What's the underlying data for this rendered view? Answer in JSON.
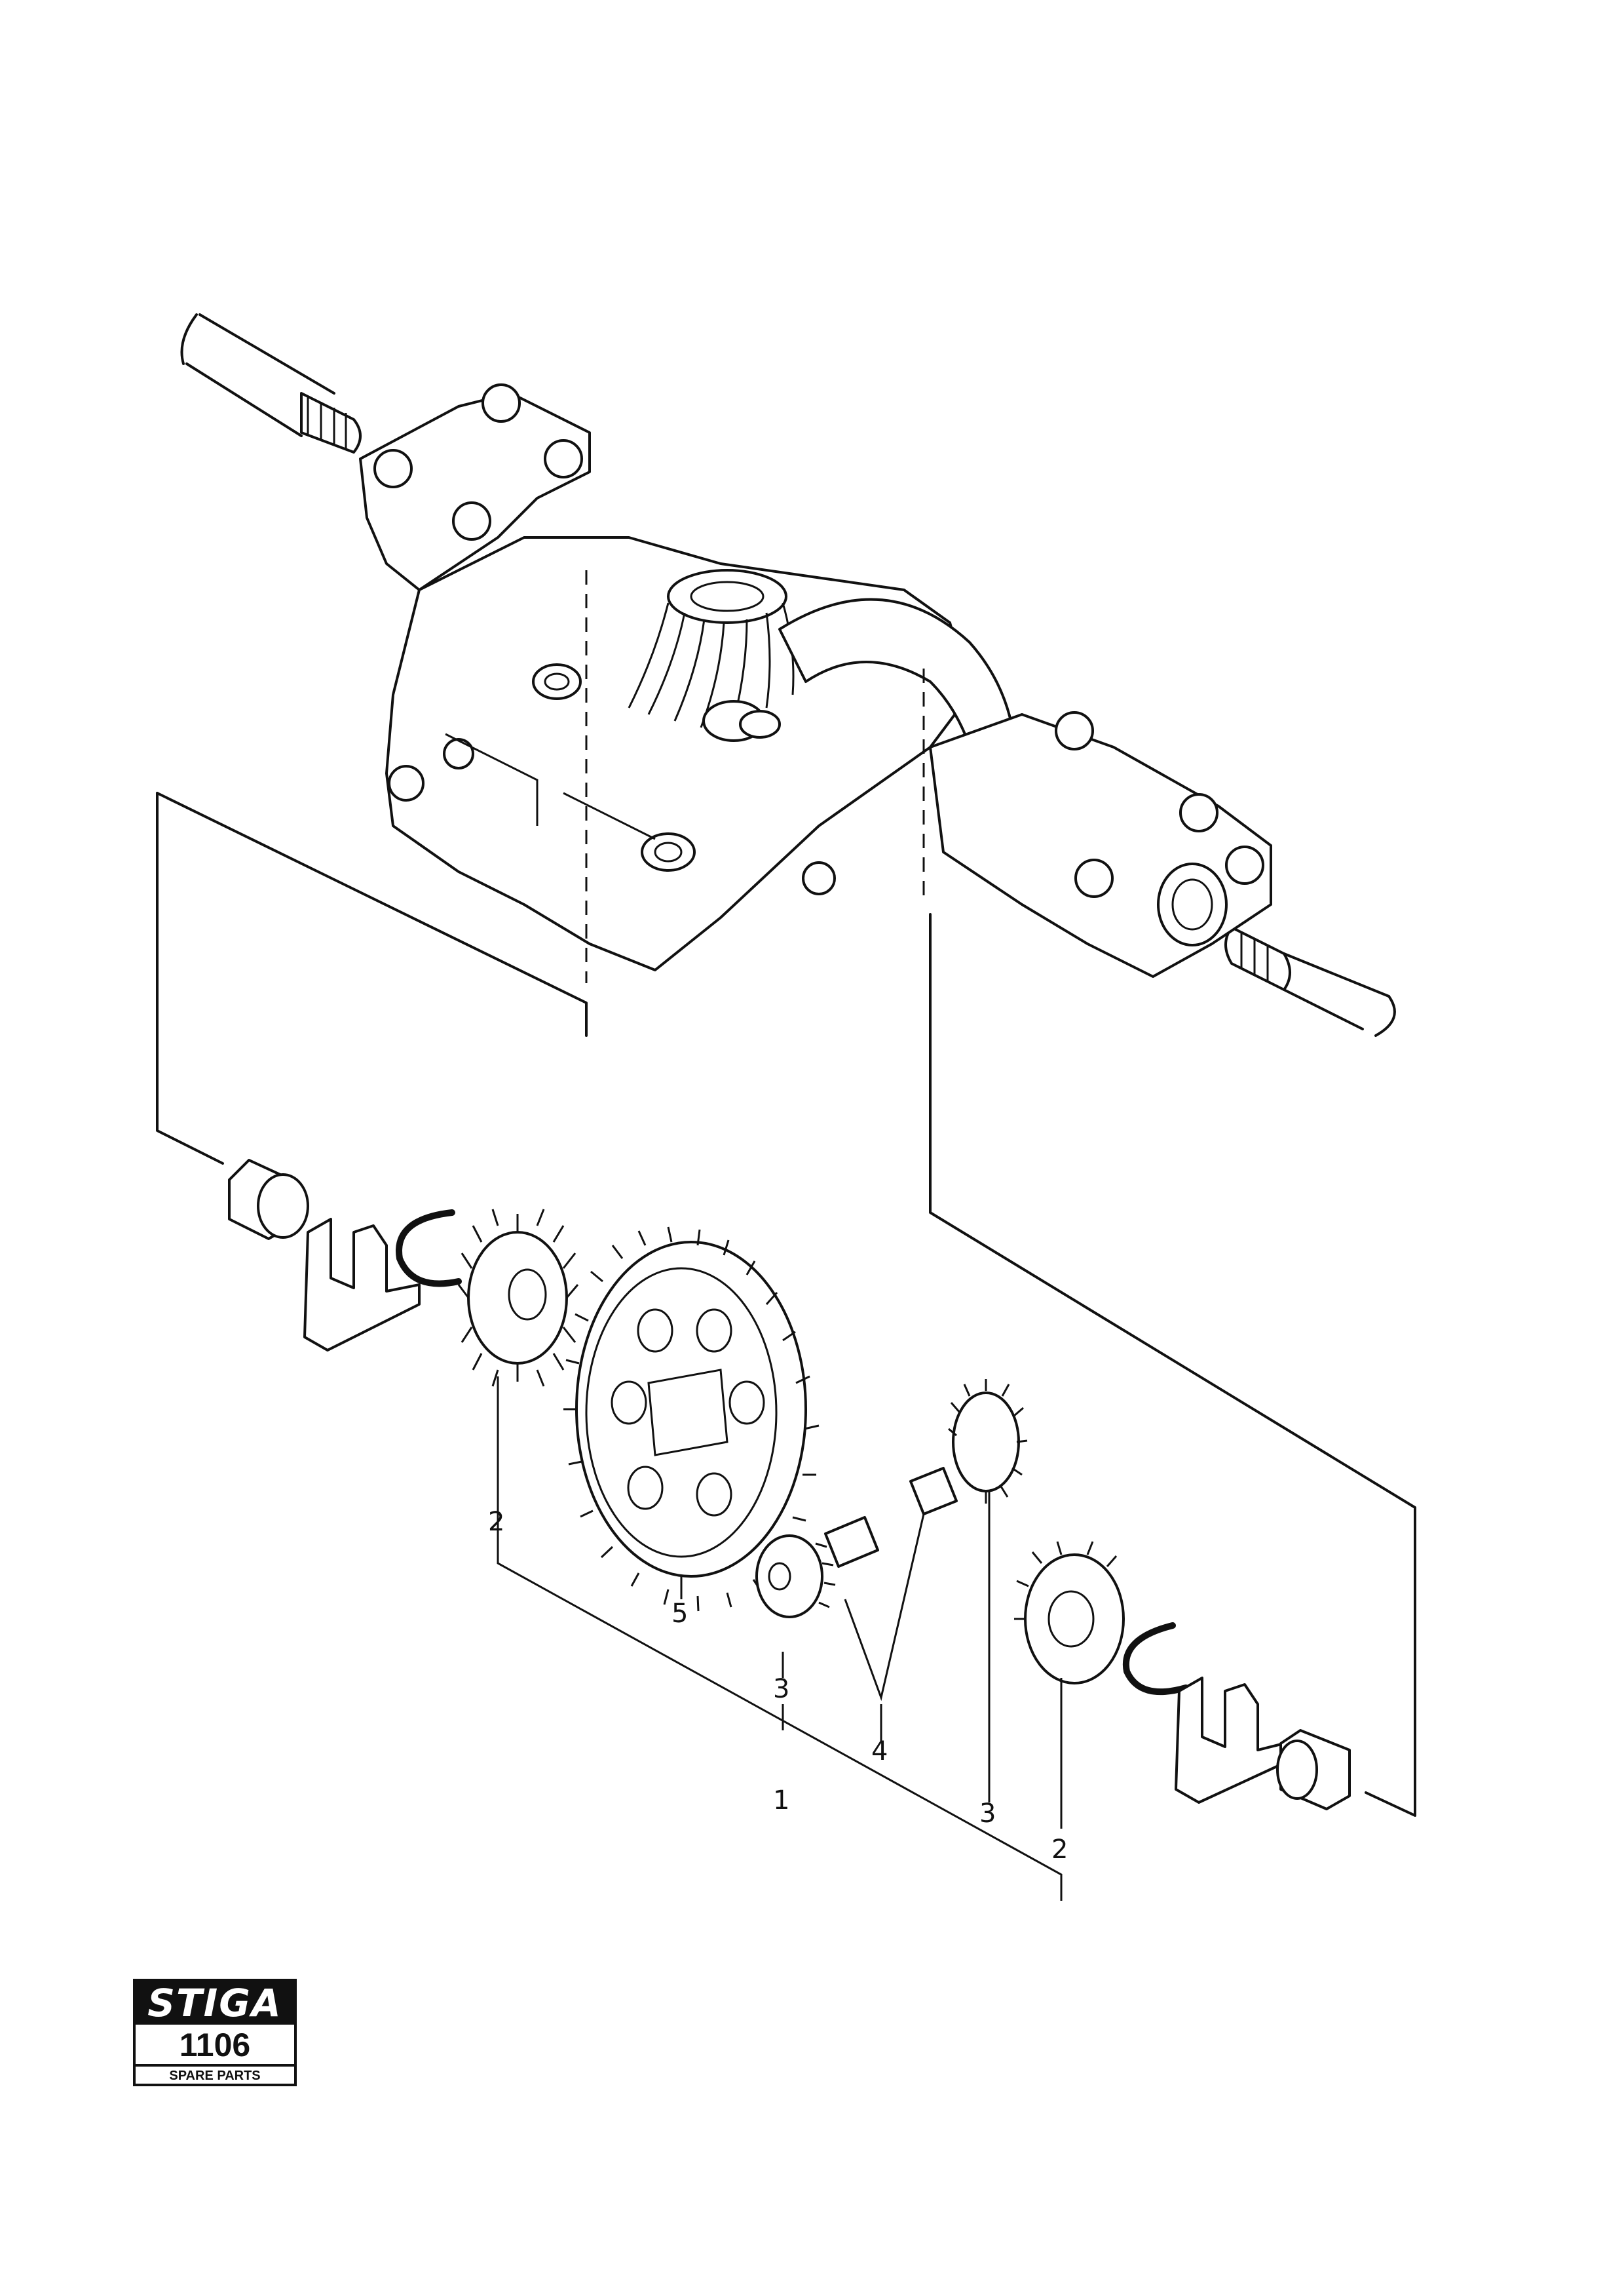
{
  "callouts": {
    "item_1": "1",
    "item_2_left": "2",
    "item_2_right": "2",
    "item_3_left": "3",
    "item_3_right": "3",
    "item_4": "4",
    "item_5": "5"
  },
  "logo": {
    "brand": "STIGA",
    "page_number": "1106",
    "caption": "SPARE PARTS"
  }
}
